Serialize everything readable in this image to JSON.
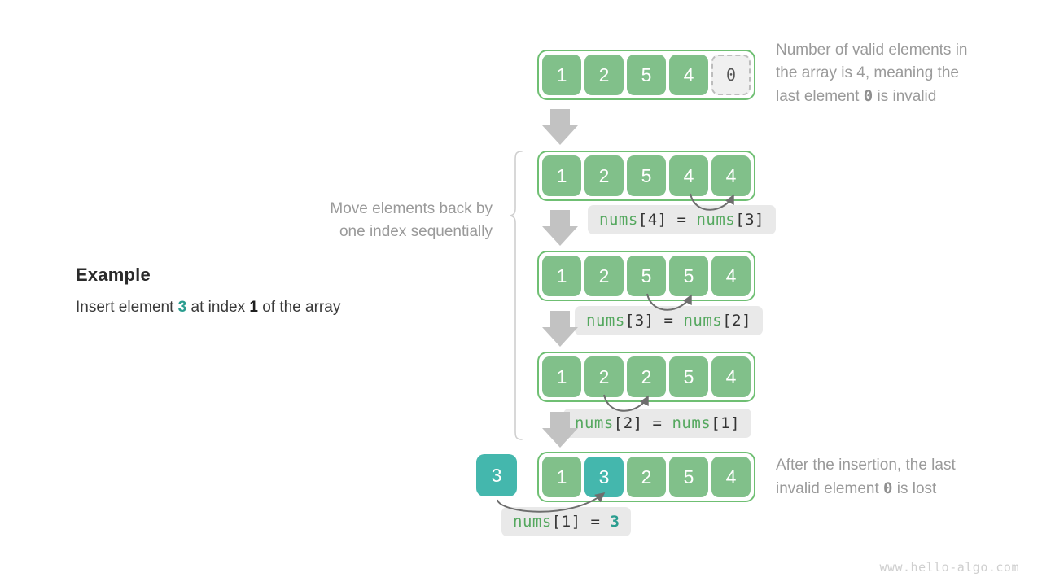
{
  "example": {
    "title": "Example",
    "desc_prefix": "Insert element ",
    "desc_value": "3",
    "desc_middle": " at index ",
    "desc_index": "1",
    "desc_suffix": " of the array",
    "accent_color": "#2a9d8f"
  },
  "notes": {
    "top_line1": "Number of valid elements in",
    "top_line2": "the array is 4, meaning the",
    "top_line3_prefix": "last element ",
    "top_line3_mono": "0",
    "top_line3_suffix": " is invalid",
    "move_line1": "Move elements back by",
    "move_line2": "one index sequentially",
    "bottom_line1": "After the insertion, the last",
    "bottom_line2_prefix": "invalid element ",
    "bottom_line2_mono": "0",
    "bottom_line2_suffix": " is lost"
  },
  "colors": {
    "green_cell": "#81c08a",
    "green_border": "#6fbf73",
    "teal_cell": "#44b7ad",
    "arrow_gray": "#bfbfbf",
    "curve_gray": "#6e6e6e",
    "note_gray": "#9a9a9a",
    "code_bg": "#e9e9e9",
    "code_green": "#55a85f"
  },
  "arrays": [
    {
      "id": "array-row-1",
      "cells": [
        {
          "value": "1",
          "state": "valid"
        },
        {
          "value": "2",
          "state": "valid"
        },
        {
          "value": "5",
          "state": "valid"
        },
        {
          "value": "4",
          "state": "valid"
        },
        {
          "value": "0",
          "state": "invalid"
        }
      ]
    },
    {
      "id": "array-row-2",
      "cells": [
        {
          "value": "1",
          "state": "valid"
        },
        {
          "value": "2",
          "state": "valid"
        },
        {
          "value": "5",
          "state": "valid"
        },
        {
          "value": "4",
          "state": "valid"
        },
        {
          "value": "4",
          "state": "valid"
        }
      ]
    },
    {
      "id": "array-row-3",
      "cells": [
        {
          "value": "1",
          "state": "valid"
        },
        {
          "value": "2",
          "state": "valid"
        },
        {
          "value": "5",
          "state": "valid"
        },
        {
          "value": "5",
          "state": "valid"
        },
        {
          "value": "4",
          "state": "valid"
        }
      ]
    },
    {
      "id": "array-row-4",
      "cells": [
        {
          "value": "1",
          "state": "valid"
        },
        {
          "value": "2",
          "state": "valid"
        },
        {
          "value": "2",
          "state": "valid"
        },
        {
          "value": "5",
          "state": "valid"
        },
        {
          "value": "4",
          "state": "valid"
        }
      ]
    },
    {
      "id": "array-row-5",
      "cells": [
        {
          "value": "1",
          "state": "valid"
        },
        {
          "value": "3",
          "state": "teal"
        },
        {
          "value": "2",
          "state": "valid"
        },
        {
          "value": "5",
          "state": "valid"
        },
        {
          "value": "4",
          "state": "valid"
        }
      ]
    }
  ],
  "insert_value": "3",
  "code_labels": [
    {
      "id": "code-nums4",
      "lhs_fn": "nums",
      "lhs_idx": "[4]",
      "op": "=",
      "rhs_fn": "nums",
      "rhs_idx": "[3]"
    },
    {
      "id": "code-nums3",
      "lhs_fn": "nums",
      "lhs_idx": "[3]",
      "op": "=",
      "rhs_fn": "nums",
      "rhs_idx": "[2]"
    },
    {
      "id": "code-nums2",
      "lhs_fn": "nums",
      "lhs_idx": "[2]",
      "op": "=",
      "rhs_fn": "nums",
      "rhs_idx": "[1]"
    },
    {
      "id": "code-nums1",
      "lhs_fn": "nums",
      "lhs_idx": "[1]",
      "op": "=",
      "rhs_value": "3"
    }
  ],
  "watermark": "www.hello-algo.com"
}
